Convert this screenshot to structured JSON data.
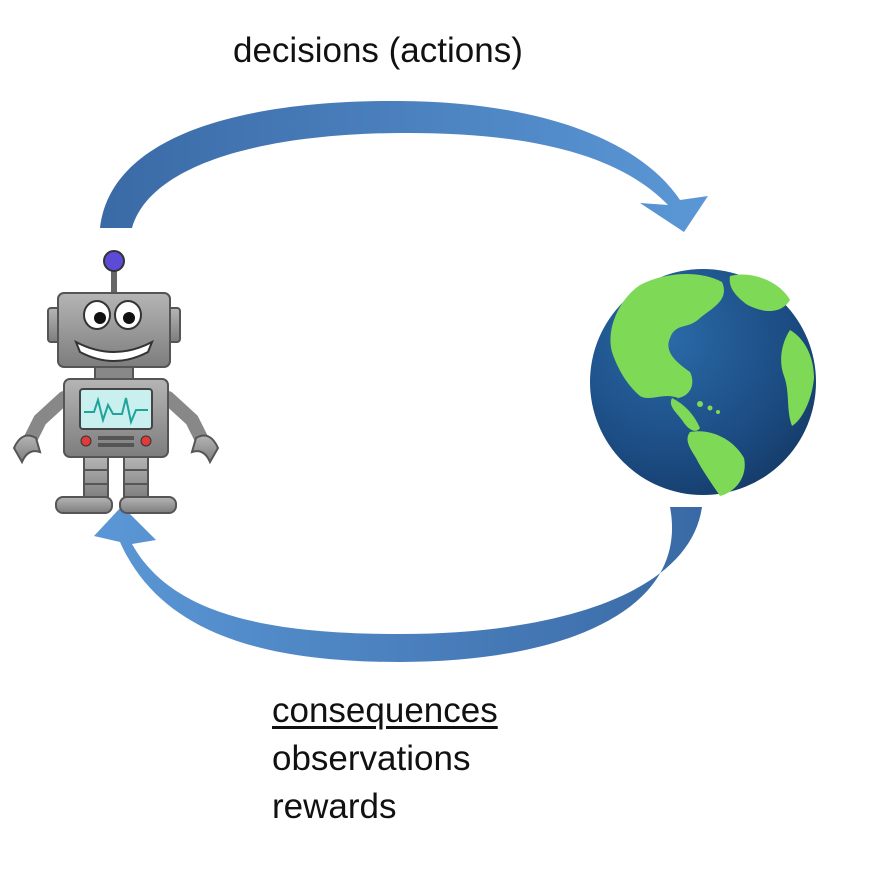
{
  "diagram": {
    "top_arrow_label": "decisions (actions)",
    "bottom_labels": {
      "heading": "consequences",
      "items": [
        "observations",
        "rewards"
      ]
    },
    "nodes": {
      "agent": {
        "icon": "robot-icon"
      },
      "environment": {
        "icon": "earth-globe-icon"
      }
    },
    "colors": {
      "arrow": "#4f86c6",
      "arrow_dark": "#3a6aa6",
      "globe_ocean": "#1d4f86",
      "globe_land": "#7ed957",
      "robot_body": "#9a9a9a"
    }
  }
}
